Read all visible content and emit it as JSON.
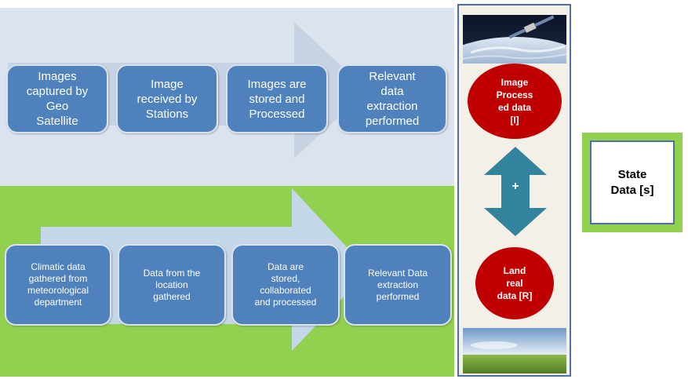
{
  "top_row": {
    "steps": [
      "Images\ncaptured by\nGeo\nSatellite",
      "Image\nreceived by\nStations",
      "Images are\nstored and\nProcessed",
      "Relevant\ndata\nextraction\nperformed"
    ]
  },
  "bottom_row": {
    "steps": [
      "Climatic data\ngathered from\nmeteorological\ndepartment",
      "Data from the\nlocation\ngathered",
      "Data are\nstored,\ncollaborated\nand processed",
      "Relevant Data\nextraction\nperformed"
    ]
  },
  "side": {
    "image_circle": "Image\nProcess\ned data\n[I]",
    "plus": "+",
    "land_circle": "Land\nreal\ndata [R]"
  },
  "state_box": "State\nData [s]",
  "colors": {
    "step_box": "#4f81bd",
    "top_panel": "#dbe4ee",
    "bottom_panel": "#92d050",
    "circle": "#c00000",
    "double_arrow": "#31849b"
  }
}
